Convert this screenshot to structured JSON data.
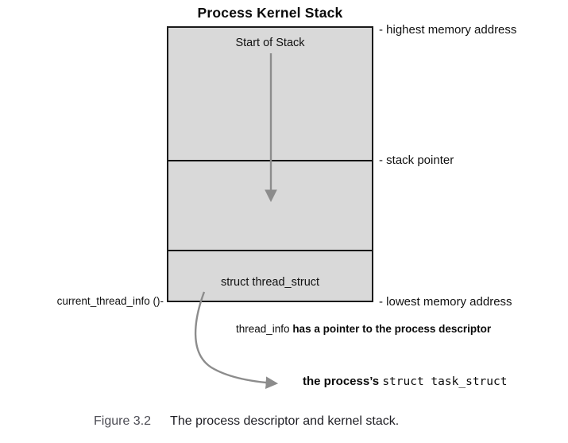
{
  "title": "Process Kernel Stack",
  "stack_box": {
    "start_label": "Start of Stack",
    "bottom_section_label": "struct thread_struct"
  },
  "annotations": {
    "highest_memory": "- highest memory address",
    "stack_pointer": "- stack pointer",
    "lowest_memory": "- lowest memory address",
    "current_thread_info": "current_thread_info ()-",
    "thread_info_code": "thread_info",
    "thread_info_rest": " has a pointer to the process descriptor",
    "process_bold": "the process’s ",
    "process_code": "struct task_struct"
  },
  "caption": {
    "figure_label": "Figure 3.2",
    "text": "The process descriptor and kernel stack."
  },
  "icons": {
    "stack_growth_arrow": "arrow-down-icon",
    "pointer_arrow": "curved-arrow-right-icon"
  },
  "colors": {
    "box_fill": "#d9d9d9",
    "box_border": "#1a1a1a",
    "divider": "#141414",
    "arrow_gray": "#8c8c8c",
    "figure_label_gray": "#4c4c54",
    "text": "#111111"
  }
}
